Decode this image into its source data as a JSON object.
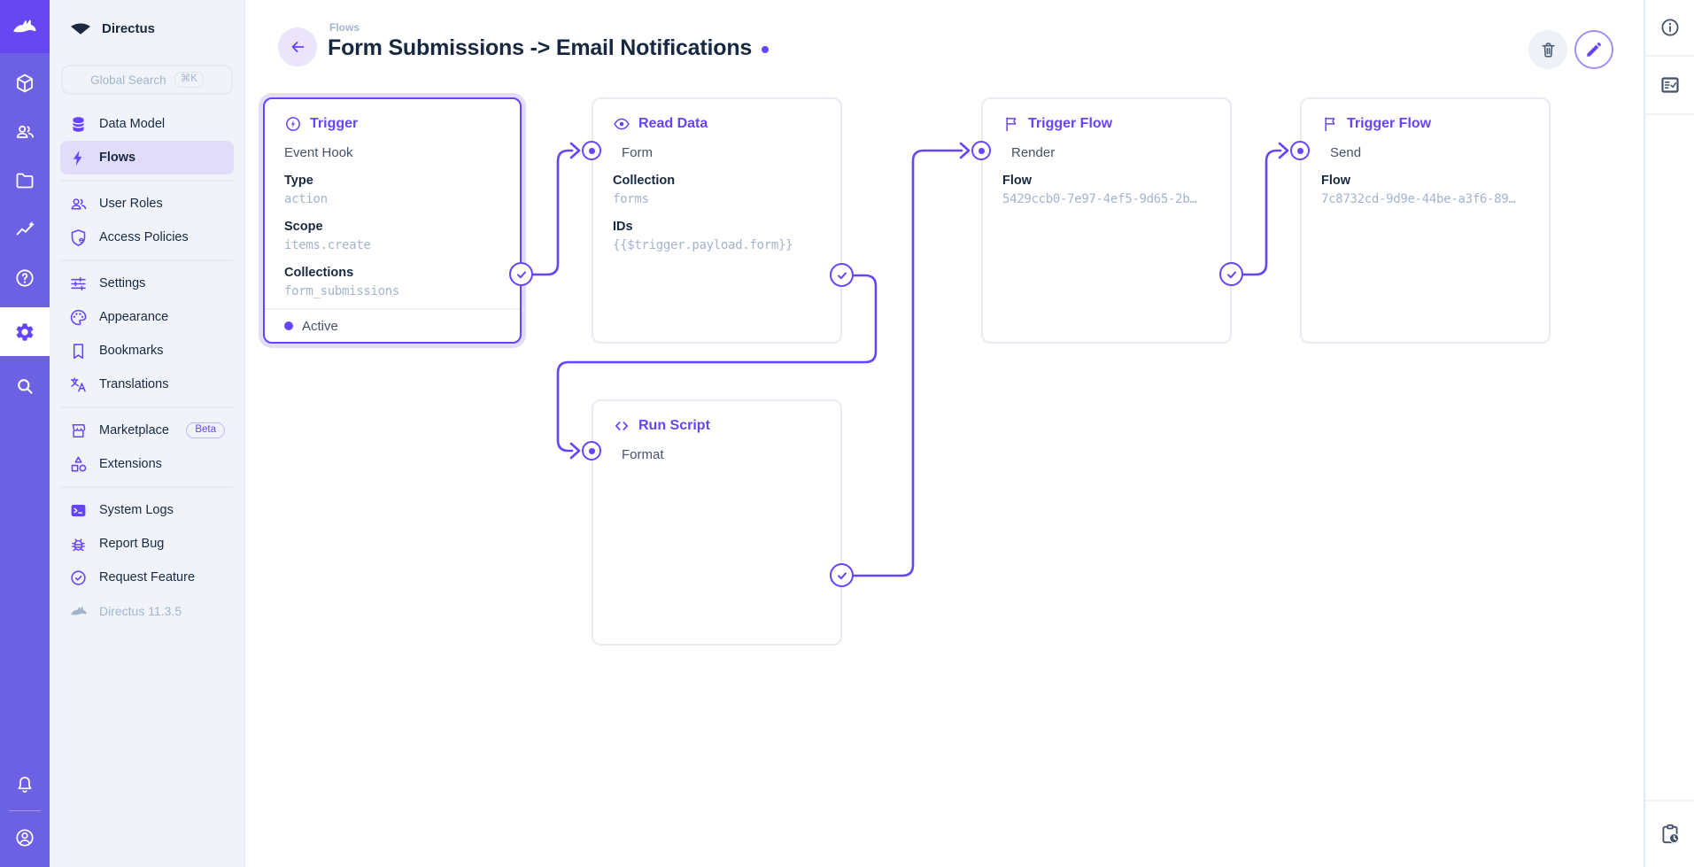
{
  "colors": {
    "accent": "#6644ff",
    "module_bar_bg": "#6c61e2",
    "logo_tile_bg": "#6747f0",
    "sidebar_bg": "#f0f4fa",
    "active_item_bg": "#e2dcfb",
    "border": "#e4eaf1",
    "text_primary": "#172940",
    "text_subdued": "#a2b5cd"
  },
  "module_bar": {
    "logo": "directus-rabbit",
    "items": [
      "content",
      "users",
      "files",
      "insights",
      "help",
      "settings",
      "search"
    ],
    "active_item": "settings",
    "bottom_items": [
      "notifications",
      "account"
    ]
  },
  "sidebar": {
    "project_name": "Directus",
    "search_placeholder": "Global Search",
    "search_shortcut": "⌘K",
    "items": [
      {
        "label": "Data Model",
        "icon": "database"
      },
      {
        "label": "Flows",
        "icon": "bolt",
        "active": true
      },
      {
        "label": "User Roles",
        "icon": "people"
      },
      {
        "label": "Access Policies",
        "icon": "shield-person"
      },
      {
        "label": "Settings",
        "icon": "tune"
      },
      {
        "label": "Appearance",
        "icon": "palette"
      },
      {
        "label": "Bookmarks",
        "icon": "bookmark"
      },
      {
        "label": "Translations",
        "icon": "translate"
      },
      {
        "label": "Marketplace",
        "icon": "storefront",
        "badge": "Beta"
      },
      {
        "label": "Extensions",
        "icon": "category"
      },
      {
        "label": "System Logs",
        "icon": "terminal"
      },
      {
        "label": "Report Bug",
        "icon": "bug"
      },
      {
        "label": "Request Feature",
        "icon": "feature-seal"
      }
    ],
    "version": "Directus 11.3.5"
  },
  "header": {
    "breadcrumb": "Flows",
    "title": "Form Submissions -> Email Notifications",
    "actions": [
      "delete",
      "edit"
    ]
  },
  "flow": {
    "cards": [
      {
        "type_label": "Trigger",
        "icon": "bolt-circle",
        "name": "Event Hook",
        "selected": true,
        "fields": [
          {
            "label": "Type",
            "value": "action"
          },
          {
            "label": "Scope",
            "value": "items.create"
          },
          {
            "label": "Collections",
            "value": "form_submissions"
          }
        ],
        "status": "Active"
      },
      {
        "type_label": "Read Data",
        "icon": "eye",
        "name": "Form",
        "fields": [
          {
            "label": "Collection",
            "value": "forms"
          },
          {
            "label": "IDs",
            "value": "{{$trigger.payload.form}}"
          }
        ]
      },
      {
        "type_label": "Trigger Flow",
        "icon": "flag",
        "name": "Render",
        "fields": [
          {
            "label": "Flow",
            "value": "5429ccb0-7e97-4ef5-9d65-2b…"
          }
        ]
      },
      {
        "type_label": "Trigger Flow",
        "icon": "flag",
        "name": "Send",
        "fields": [
          {
            "label": "Flow",
            "value": "7c8732cd-9d9e-44be-a3f6-89…"
          }
        ]
      },
      {
        "type_label": "Run Script",
        "icon": "code",
        "name": "Format",
        "fields": []
      }
    ],
    "connections": [
      {
        "from": "Event Hook",
        "to": "Form"
      },
      {
        "from": "Form",
        "to": "Format"
      },
      {
        "from": "Format",
        "to": "Render"
      },
      {
        "from": "Render",
        "to": "Send"
      }
    ]
  },
  "right_sidebar": {
    "icons": [
      "info",
      "activity-log",
      "clipboard-history"
    ]
  }
}
